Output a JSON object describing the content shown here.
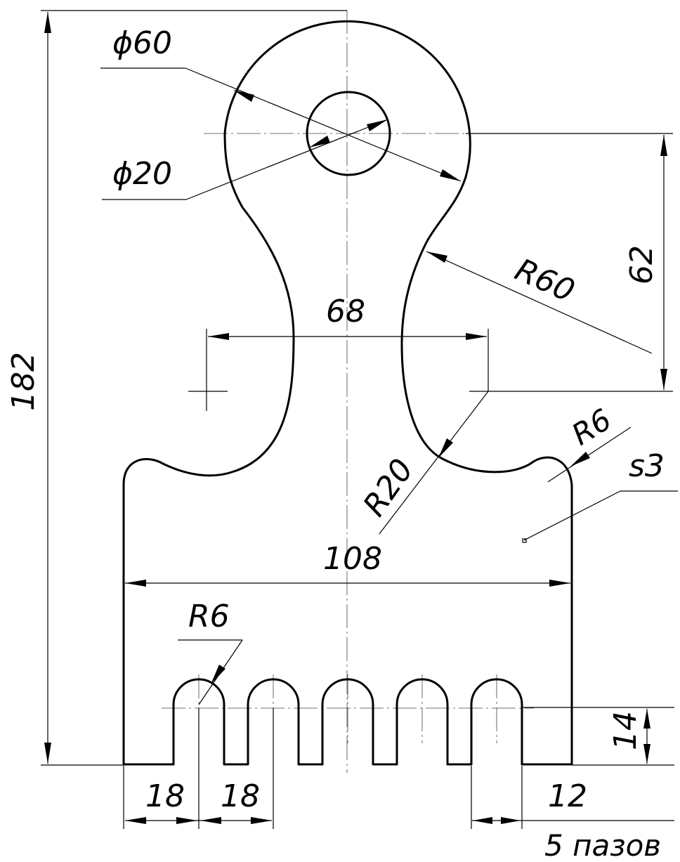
{
  "dimensions": {
    "dia_outer": "ϕ60",
    "dia_hole": "ϕ20",
    "radius_neck": "R60",
    "height_center": "62",
    "total_height": "182",
    "neck_width": "68",
    "radius_fillet": "R20",
    "radius_shoulder": "R6",
    "thickness": "s3",
    "body_width": "108",
    "radius_slot": "R6",
    "slot_depth": "14",
    "edge_offset": "18",
    "slot_pitch": "18",
    "slot_width": "12",
    "slot_count_note": "5 пазов"
  },
  "colors": {
    "line": "#000000",
    "background": "#ffffff"
  }
}
